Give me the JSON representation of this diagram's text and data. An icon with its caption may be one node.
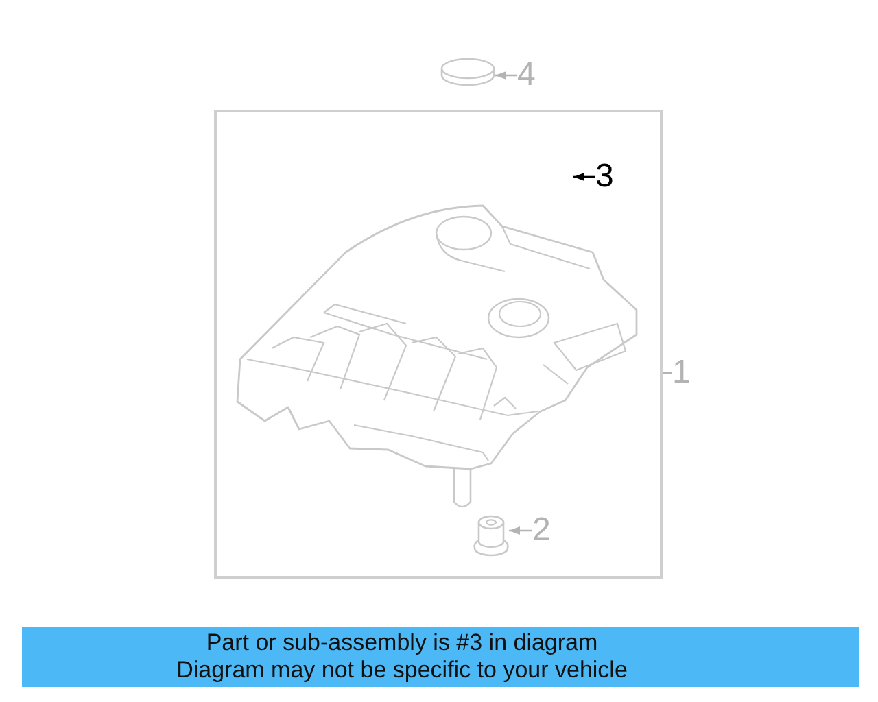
{
  "diagram": {
    "nodes": [
      {
        "text": [],
        "shape": "cylinder"
      },
      {
        "text": [
          "4"
        ]
      },
      {
        "text": [],
        "shape": "box"
      },
      {
        "text": [
          "3"
        ],
        "in": 2
      },
      {
        "text": [
          "1"
        ]
      },
      {
        "text": [],
        "shape": "picture",
        "in": 2
      },
      {
        "text": [
          "2"
        ],
        "in": 2
      },
      {
        "text": [
          "Part or sub-assembly is #3 in diagram",
          "Diagram may not be specific to your vehicle"
        ]
      }
    ],
    "edges": [
      {
        "from": 1,
        "to": 0,
        "arrow": "to"
      },
      {
        "from": 3,
        "to": null,
        "arrow": "to",
        "color": "#000000"
      },
      {
        "from": 4,
        "to": 2,
        "arrow": "none"
      },
      {
        "from": 6,
        "to": 5,
        "arrow": "to"
      }
    ]
  }
}
